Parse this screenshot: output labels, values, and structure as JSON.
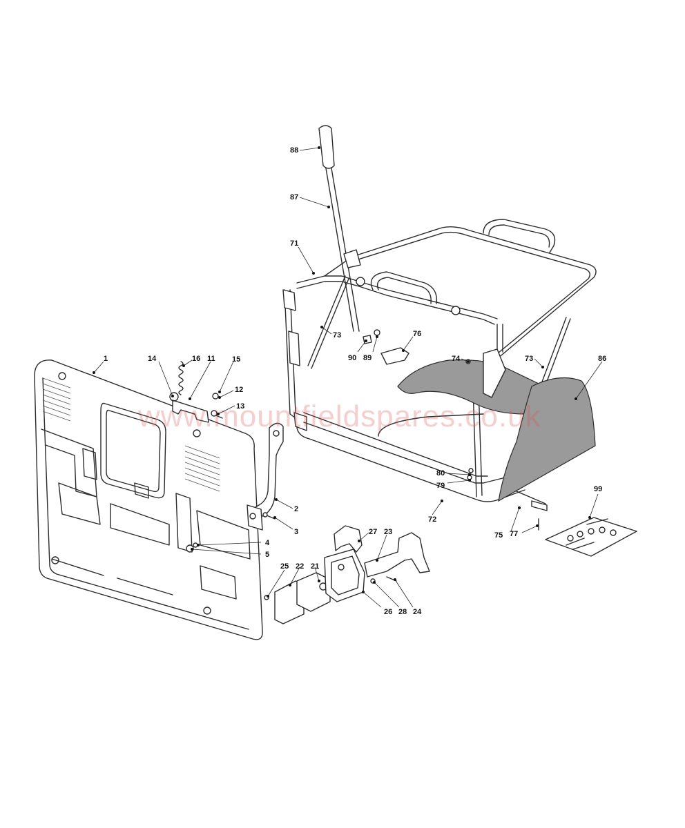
{
  "watermark": "www.mountfieldspares.co.uk",
  "callouts": [
    {
      "label": "1"
    },
    {
      "label": "2"
    },
    {
      "label": "3"
    },
    {
      "label": "4"
    },
    {
      "label": "5"
    },
    {
      "label": "11"
    },
    {
      "label": "12"
    },
    {
      "label": "13"
    },
    {
      "label": "14"
    },
    {
      "label": "15"
    },
    {
      "label": "16"
    },
    {
      "label": "21"
    },
    {
      "label": "22"
    },
    {
      "label": "23"
    },
    {
      "label": "24"
    },
    {
      "label": "25"
    },
    {
      "label": "26"
    },
    {
      "label": "27"
    },
    {
      "label": "28"
    },
    {
      "label": "71"
    },
    {
      "label": "72"
    },
    {
      "label": "73"
    },
    {
      "label": "73"
    },
    {
      "label": "74"
    },
    {
      "label": "75"
    },
    {
      "label": "76"
    },
    {
      "label": "77"
    },
    {
      "label": "79"
    },
    {
      "label": "80"
    },
    {
      "label": "86"
    },
    {
      "label": "87"
    },
    {
      "label": "88"
    },
    {
      "label": "89"
    },
    {
      "label": "90"
    },
    {
      "label": "99"
    }
  ]
}
